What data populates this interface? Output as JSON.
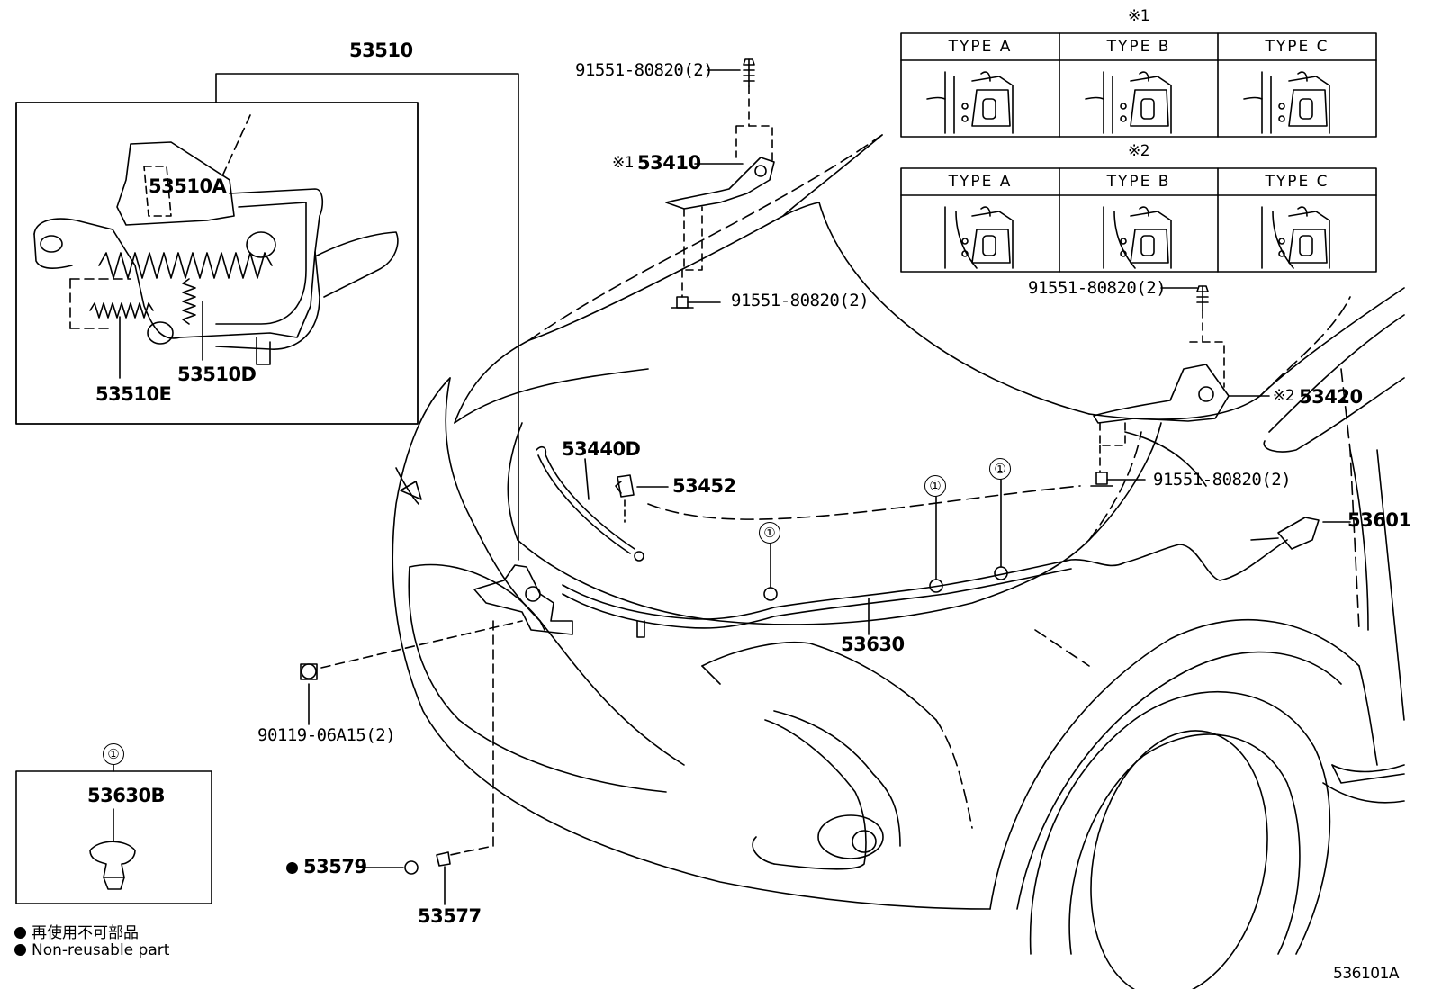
{
  "callouts": {
    "assy_lock": "53510",
    "lock_sub_a": "53510A",
    "lock_sub_e": "53510E",
    "lock_sub_d": "53510D",
    "hinge_lh": "53410",
    "hinge_lh_mark": "※1",
    "hinge_rh": "53420",
    "hinge_rh_mark": "※2",
    "bolt_top_left": "91551-80820(2)",
    "bolt_mid_left": "91551-80820(2)",
    "bolt_top_right": "91551-80820(2)",
    "bolt_low_right": "91551-80820(2)",
    "support_rod": "53440D",
    "rod_holder": "53452",
    "release_lever": "53601",
    "release_cable": "53630",
    "lock_bolt": "90119-06A15(2)",
    "plug": "53579",
    "stopper": "53577",
    "clamp": "53630B",
    "clamp_ref": "①",
    "cable_ref_1": "①",
    "cable_ref_2": "①",
    "cable_ref_3": "①",
    "diagram_id": "536101A"
  },
  "type_tables": [
    {
      "mark": "※1",
      "headers": [
        "TYPE A",
        "TYPE B",
        "TYPE C"
      ]
    },
    {
      "mark": "※2",
      "headers": [
        "TYPE A",
        "TYPE B",
        "TYPE C"
      ]
    }
  ],
  "legend": {
    "japanese": "再使用不可部品",
    "english": "Non-reusable part"
  }
}
